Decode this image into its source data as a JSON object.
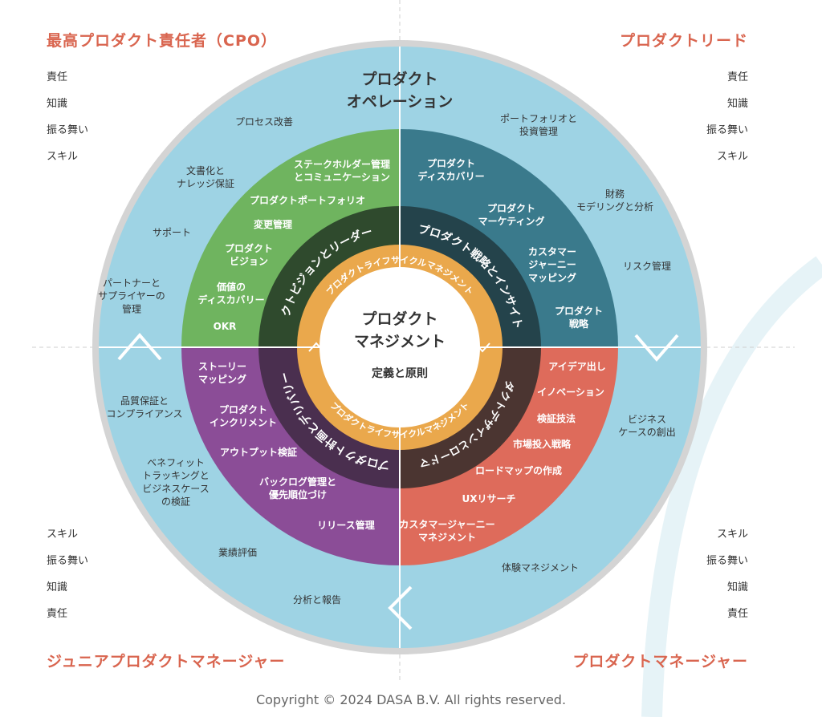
{
  "corners": {
    "top_left": {
      "title": "最高プロダクト責任者（CPO）",
      "items": [
        "責任",
        "知識",
        "振る舞い",
        "スキル"
      ]
    },
    "top_right": {
      "title": "プロダクトリード",
      "items": [
        "責任",
        "知識",
        "振る舞い",
        "スキル"
      ]
    },
    "bottom_left": {
      "title": "ジュニアプロダクトマネージャー",
      "items": [
        "スキル",
        "振る舞い",
        "知識",
        "責任"
      ]
    },
    "bottom_right": {
      "title": "プロダクトマネージャー",
      "items": [
        "スキル",
        "振る舞い",
        "知識",
        "責任"
      ]
    }
  },
  "outer_ring": {
    "title_line1": "プロダクト",
    "title_line2": "オペレーション",
    "items": [
      "プロセス改善",
      "文書化と\nナレッジ保証",
      "サポート",
      "パートナーと\nサプライヤーの\n管理",
      "品質保証と\nコンプライアンス",
      "ベネフィット\nトラッキングと\nビジネスケース\nの検証",
      "業績評価",
      "分析と報告",
      "体験マネジメント",
      "ビジネス\nケースの創出",
      "リスク管理",
      "財務\nモデリングと分析",
      "ポートフォリオと\n投資管理"
    ]
  },
  "quadrants": {
    "top_left": {
      "ring_label": "プロダクトビジョンとリーダーシップ",
      "items": [
        "ステークホルダー管理\nとコミュニケーション",
        "プロダクトポートフォリオ",
        "変更管理",
        "プロダクト\nビジョン",
        "価値の\nディスカバリー",
        "OKR"
      ]
    },
    "top_right": {
      "ring_label": "プロダクト戦略とインサイト",
      "items": [
        "プロダクト\nディスカバリー",
        "プロダクト\nマーケティング",
        "カスタマー\nジャーニー\nマッピング",
        "プロダクト\n戦略"
      ]
    },
    "bottom_right": {
      "ring_label": "プロダクトデザインとロードマップ",
      "items": [
        "アイデア出し",
        "イノベーション",
        "検証技法",
        "市場投入戦略",
        "ロードマップの作成",
        "UXリサーチ",
        "カスタマージャーニー\nマネジメント"
      ]
    },
    "bottom_left": {
      "ring_label": "プロダクト計画とデリバリー",
      "items": [
        "ストーリー\nマッピング",
        "プロダクト\nインクリメント",
        "アウトプット検証",
        "バックログ管理と\n優先順位づけ",
        "リリース管理"
      ]
    }
  },
  "lifecycle_ring": {
    "label_top": "プロダクトライフサイクルマネジメント",
    "label_bottom": "プロダクトライフサイクルマネジメント"
  },
  "center": {
    "title_line1": "プロダクト",
    "title_line2": "マネジメント",
    "subtitle": "定義と原則"
  },
  "colors": {
    "outer_ring": "#9ed3e4",
    "outer_border": "#d4d4d4",
    "quadrant_top_left": "#6fb45f",
    "quadrant_top_right": "#3a7a8c",
    "quadrant_bottom_right": "#de6b5b",
    "quadrant_bottom_left": "#8b4d97",
    "dark_top_left": "#2f4a2d",
    "dark_top_right": "#24434b",
    "dark_bottom_right": "#4b3531",
    "dark_bottom_left": "#4a2f4f",
    "lifecycle": "#eaa84c",
    "center": "#ffffff",
    "accent_text": "#d9654f"
  },
  "arrows": {
    "left": "chevron-up-icon",
    "right": "chevron-down-icon",
    "bottom": "chevron-left-icon"
  },
  "footer": {
    "copyright": "Copyright © 2024 DASA B.V. All rights reserved."
  }
}
